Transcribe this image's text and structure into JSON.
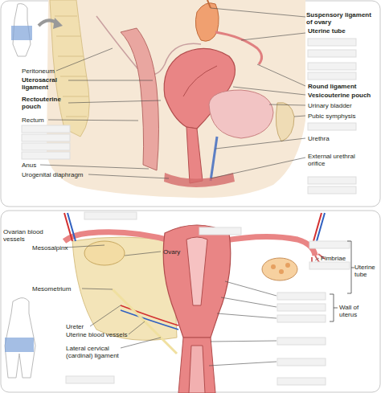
{
  "diagram": {
    "labels": [
      "Suspensory ligament of ovary",
      "Uterine tube",
      "Peritoneum",
      "Uterosacral ligament",
      "Rectouterine pouch",
      "Rectum",
      "Round ligament",
      "Vesicouterine pouch",
      "Urinary bladder",
      "Pubic symphysis",
      "Urethra",
      "External urethral orifice",
      "Anus",
      "Urogenital diaphragm",
      "Ovarian blood vessels",
      "Mesosalpinx",
      "Ovary",
      "Mesometrium",
      "Fimbriae",
      "Uterine tube",
      "Wall of uterus",
      "Ureter",
      "Uterine blood vessels",
      "Lateral cervical (cardinal) ligament"
    ]
  }
}
